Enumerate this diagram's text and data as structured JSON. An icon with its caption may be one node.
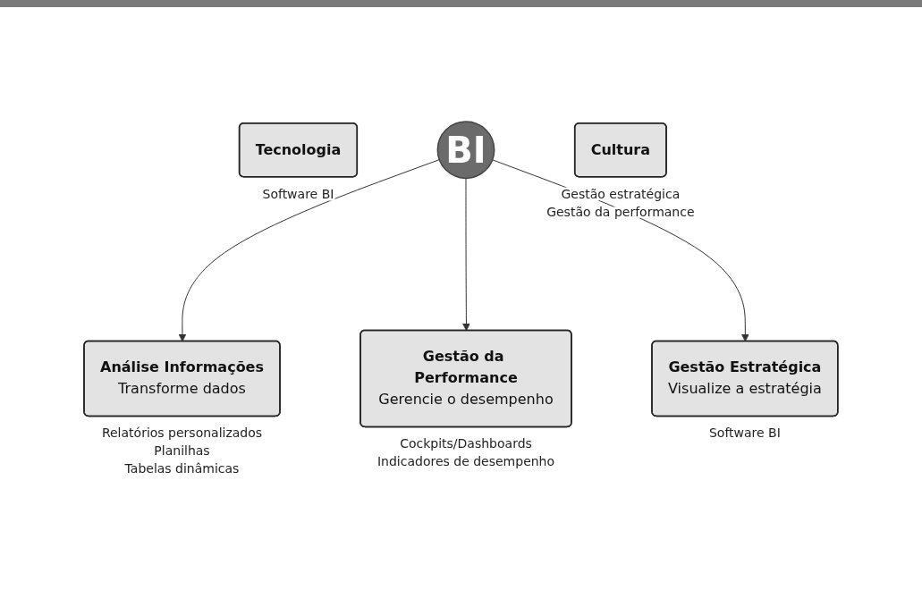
{
  "diagram": {
    "nodes": [
      {
        "text": [
          "Tecnologia"
        ],
        "beside": [
          "Software BI"
        ]
      },
      {
        "text": [
          "Cultura"
        ],
        "beside": [
          "Gestão estratégica",
          "Gestão da performance"
        ]
      },
      {
        "text": [
          "BI"
        ]
      },
      {
        "text": [
          "Análise Informações",
          "Transforme dados"
        ],
        "beside": [
          "Relatórios personalizados",
          "Planilhas",
          "Tabelas dinâmicas"
        ]
      },
      {
        "text": [
          "Gestão da Performance",
          "Gerencie o desempenho"
        ],
        "beside": [
          "Cockpits/Dashboards",
          "Indicadores de desempenho"
        ]
      },
      {
        "text": [
          "Gestão Estratégica",
          "Visualize a estratégia"
        ],
        "beside": [
          "Software BI"
        ]
      }
    ],
    "edges": [
      {
        "from": 2,
        "to": 3,
        "arrow": "to"
      },
      {
        "from": 2,
        "to": 4,
        "arrow": "to"
      },
      {
        "from": 2,
        "to": 5,
        "arrow": "to"
      }
    ]
  }
}
